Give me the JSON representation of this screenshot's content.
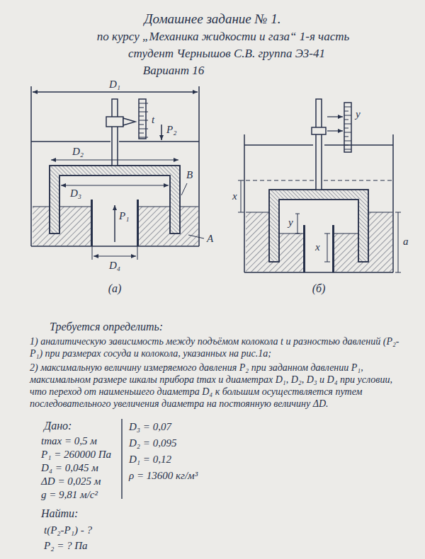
{
  "diagram": {
    "title": "Домашнее задание № 1.",
    "labels": [
      "по курсу „Механика жидкости и газа“ 1-я часть",
      "студент Чернышов С.В. группа Э3-41",
      "Вариант 16",
      "D₁",
      "t",
      "P₂",
      "D₂",
      "D₃",
      "B",
      "P₁",
      "D₄",
      "A",
      "(а)",
      "y",
      "x",
      "y",
      "x",
      "a",
      "(б)",
      "Требуется определить:",
      "1) аналитическую зависимость между подъёмом колокола t и разностью давлений (P₂-P₁) при размерах сосуда и колокола, указанных на рис.1а;",
      "2) максимальную величину измеряемого давления P₂ при заданном давлении P₁, максимальном размере шкалы прибора tmax и диаметрах D₁, D₂, D₃ и D₄ при условии, что переход от наименьшего диаметра D₄ к большим осуществляется путем последовательного увеличения диаметра на постоянную величину ΔD.",
      "Дано:",
      "tmax = 0,5 м",
      "P₁ = 260000 Па",
      "D₄ = 0,045 м",
      "ΔD = 0,025 м",
      "g = 9,81 м/с²",
      "D₃ = 0,07",
      "D₂ = 0,095",
      "D₁ = 0,12",
      "ρ = 13600 кг/м³",
      "Найти:",
      "t(P₂-P₁) - ?",
      "P₂ = ? Па"
    ]
  }
}
